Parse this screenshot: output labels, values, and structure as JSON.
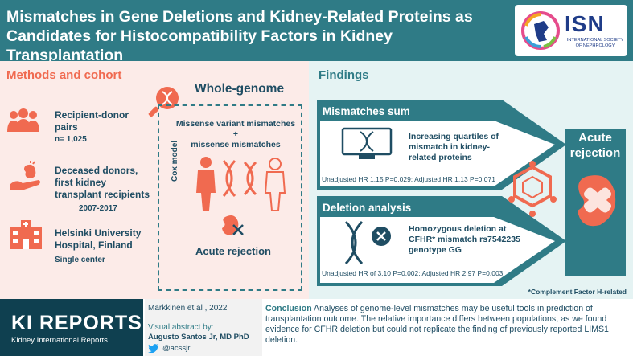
{
  "header": {
    "title_line1": "Mismatches in Gene Deletions and Kidney-Related Proteins as",
    "title_line2": "Candidates for Histocompatibility Factors in Kidney Transplantation",
    "society_abbr": "ISN",
    "society_name_line1": "INTERNATIONAL SOCIETY",
    "society_name_line2": "OF NEPHROLOGY"
  },
  "methods": {
    "title": "Methods and cohort",
    "items": [
      {
        "label": "Recipient-donor pairs",
        "detail": "n= 1,025"
      },
      {
        "label": "Deceased donors, first kidney transplant recipients",
        "detail": "2007-2017"
      },
      {
        "label": "Helsinki University Hospital, Finland",
        "detail": "Single center"
      }
    ],
    "whole_genome": {
      "title": "Whole-genome",
      "line1": "Missense variant mismatches",
      "plus": "+",
      "line2": "missense mismatches",
      "model": "Cox model",
      "outcome": "Acute rejection"
    }
  },
  "findings": {
    "title": "Findings",
    "mismatch_sum": {
      "title": "Mismatches sum",
      "text": "Increasing quartiles of mismatch in kidney-related proteins",
      "stats": "Unadjusted HR 1.15 P=0.029; Adjusted HR 1.13 P=0.071"
    },
    "deletion": {
      "title": "Deletion analysis",
      "text": "Homozygous deletion at CFHR* mismatch rs7542235 genotype GG",
      "stats": "Unadjusted HR of 3.10 P=0.002; Adjusted HR 2.97 P=0.003"
    },
    "outcome": "Acute rejection",
    "footnote": "*Complement Factor H-related"
  },
  "footer": {
    "journal": "KI REPORTS",
    "journal_sub": "Kidney International Reports",
    "citation": "Markkinen et al , 2022",
    "abstract_by": "Visual abstract by:",
    "author": "Augusto Santos Jr, MD PhD",
    "handle": "@acssjr",
    "conclusion_label": "Conclusion",
    "conclusion_text": " Analyses of genome-level mismatches may be useful tools in prediction of transplantation outcome. The relative importance differs between populations, as we found evidence for CFHR deletion but could not replicate the finding of previously reported LIMS1 deletion."
  },
  "colors": {
    "teal": "#2f7b86",
    "coral": "#f06a50",
    "navy": "#1f4d63",
    "pink_bg": "#fcebe8",
    "mint_bg": "#e5f3f3"
  }
}
